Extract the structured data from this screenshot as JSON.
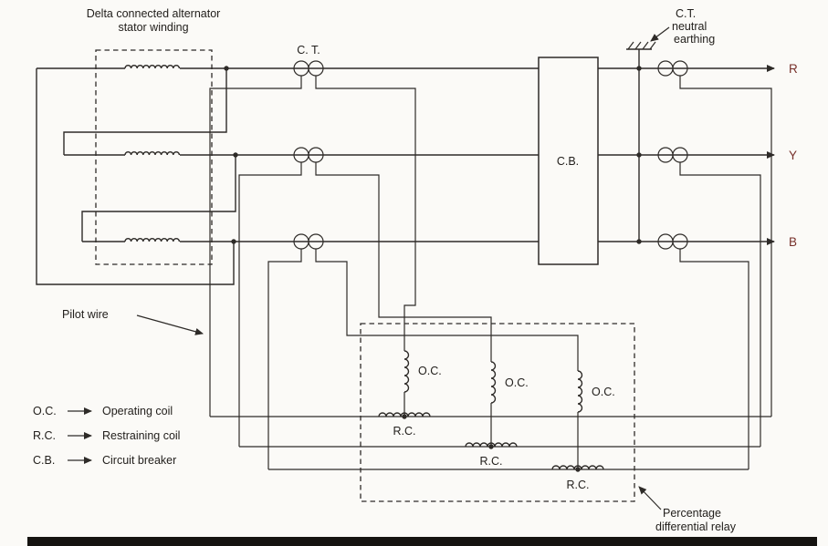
{
  "figure": {
    "stator_label": [
      "Delta connected alternator",
      "stator winding"
    ],
    "ct_left_label": "C. T.",
    "neutral_earthing": [
      "C.T.",
      "neutral",
      "earthing"
    ],
    "cb_label": "C.B.",
    "phases": [
      "R",
      "Y",
      "B"
    ],
    "pilot_wire_label": "Pilot wire",
    "oc_labels": [
      "O.C.",
      "O.C.",
      "O.C."
    ],
    "rc_labels": [
      "R.C.",
      "R.C.",
      "R.C."
    ],
    "relay_label": [
      "Percentage",
      "differential relay"
    ],
    "legend": [
      {
        "abbr": "O.C.",
        "meaning": "Operating coil"
      },
      {
        "abbr": "R.C.",
        "meaning": "Restraining coil"
      },
      {
        "abbr": "C.B.",
        "meaning": "Circuit breaker"
      }
    ],
    "colors": {
      "line": "#2e2b28",
      "phase_label": "#77302a",
      "background": "#fbfaf7"
    }
  }
}
